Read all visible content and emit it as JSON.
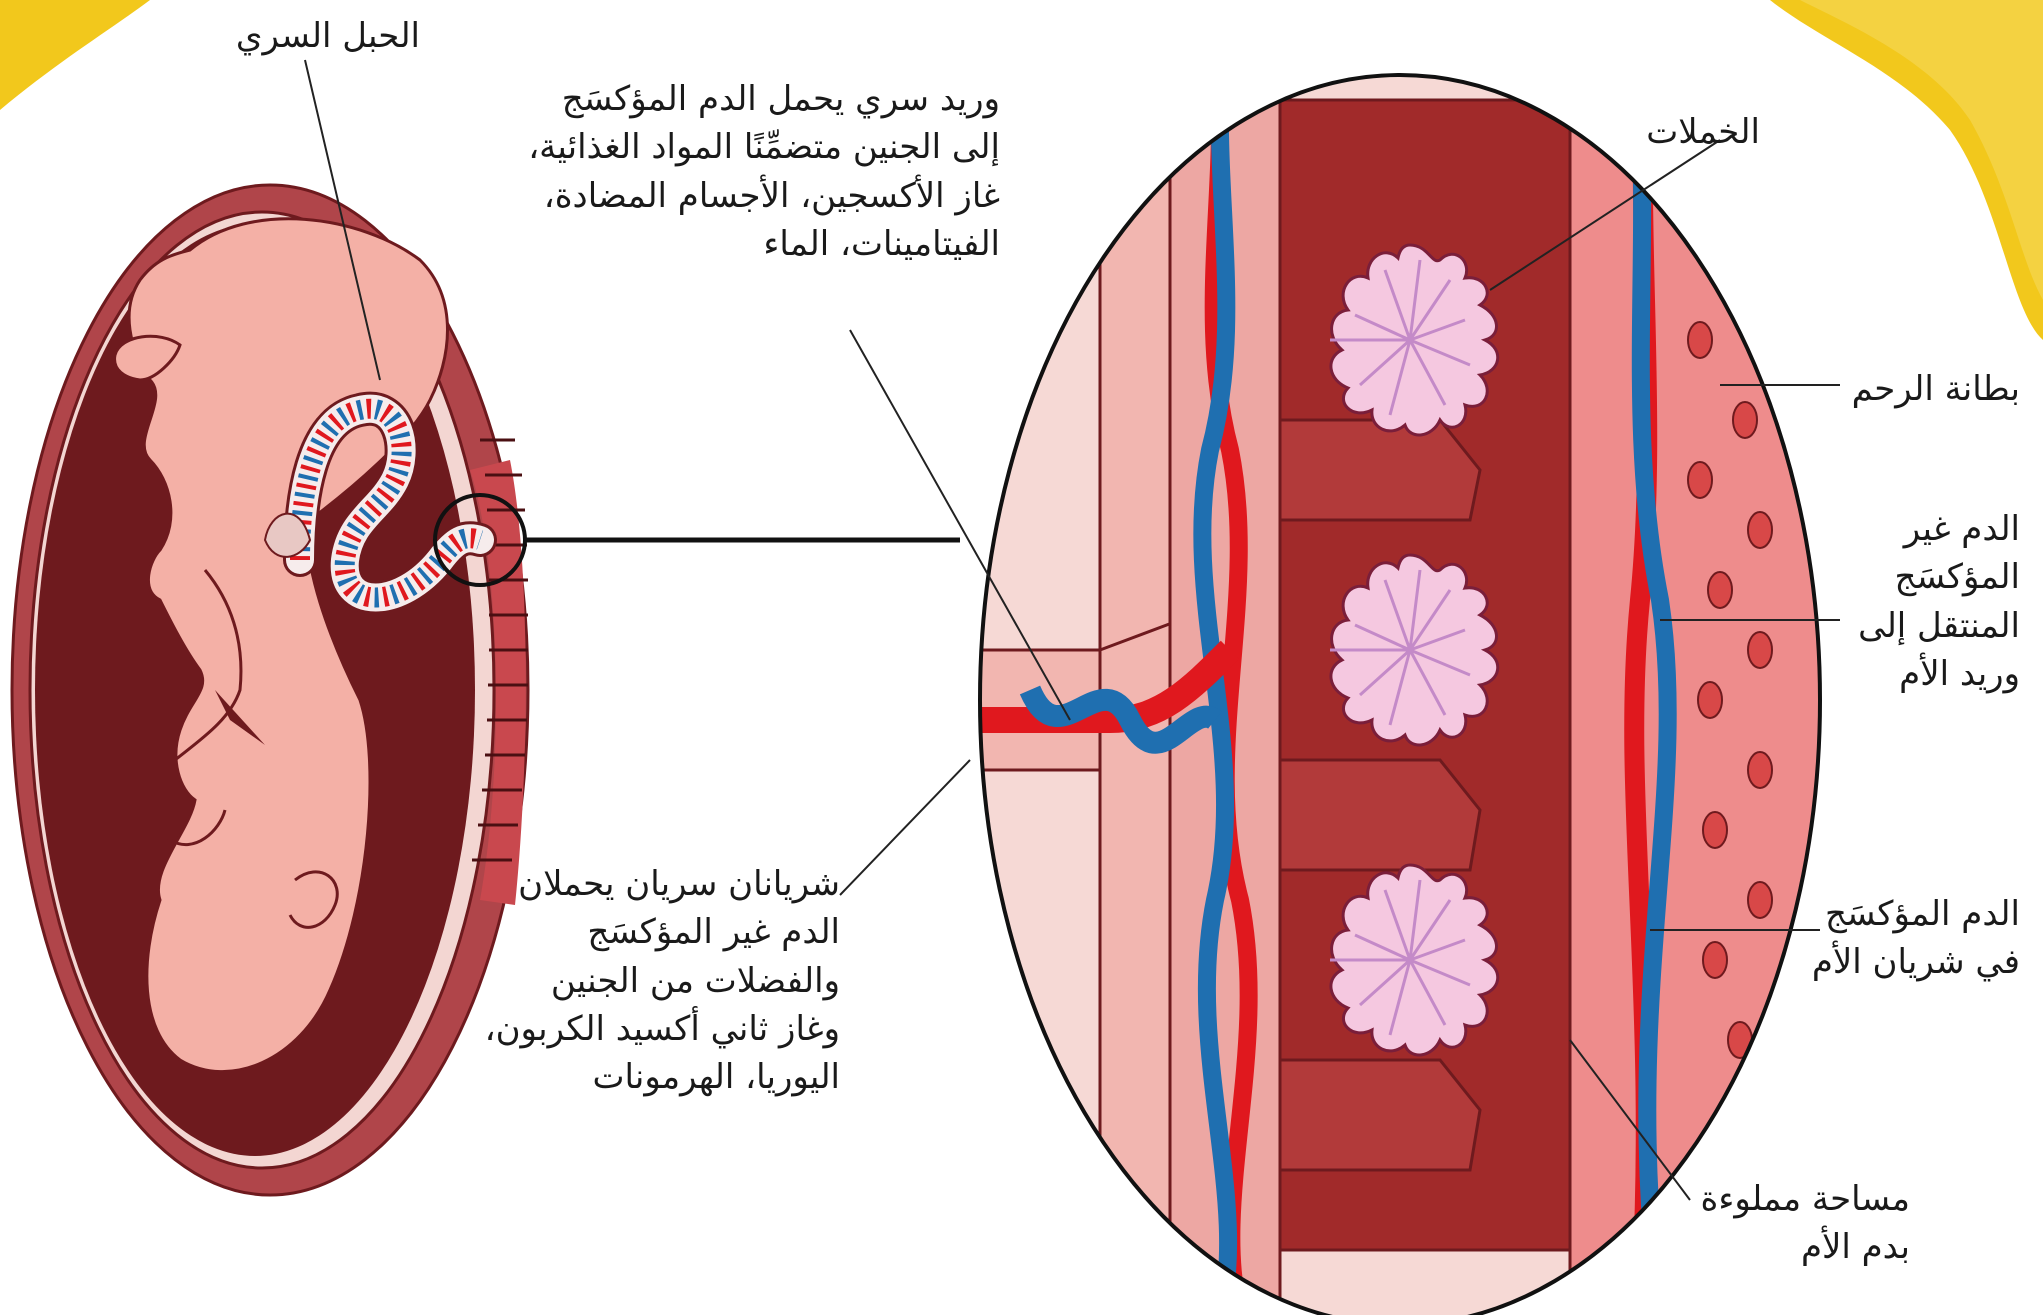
{
  "colors": {
    "corner_yellow": "#F2C81C",
    "uterus_wall": "#A8383C",
    "amniotic_dark": "#6E1A1E",
    "fetus_skin": "#F4B0A6",
    "maternal_blood_space": "#A12A2A",
    "artery_red": "#E0181E",
    "vein_blue": "#1F6FB0",
    "villi_pink": "#F5C8E0"
  },
  "labels": {
    "umbilical_cord": "الحبل السري",
    "umbilical_vein": "وريد سري يحمل الدم المؤكسَج\nإلى الجنين متضمِّنًا المواد الغذائية،\nغاز الأكسجين، الأجسام المضادة،\nالفيتامينات، الماء",
    "villi": "الخملات",
    "uterus_lining": "بطانة الرحم",
    "deoxygenated_blood": "الدم غير\nالمؤكسَج\nالمنتقل إلى\nوريد الأم",
    "umbilical_arteries": "شريانان سريان يحملان\nالدم غير المؤكسَج\nوالفضلات من الجنين\nوغاز ثاني أكسيد الكربون،\nاليوريا، الهرمونات",
    "oxygenated_blood": "الدم المؤكسَج\nفي شريان الأم",
    "maternal_blood_space": "مساحة مملوءة\nبدم الأم"
  }
}
